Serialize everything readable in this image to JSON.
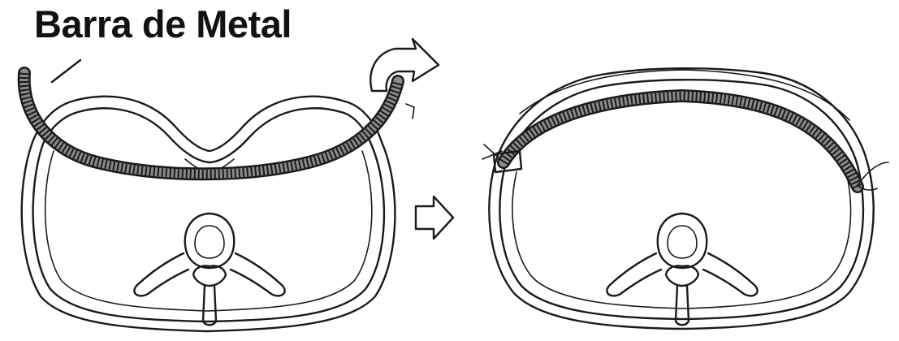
{
  "figure": {
    "label": "Barra de Metal"
  },
  "colors": {
    "ink": "#1a1a1a",
    "bar_fill": "#8a8a8a",
    "background": "#ffffff"
  },
  "panels": [
    {
      "id": "before",
      "shows": "chest-cross-section-with-sunken-sternum-and-curved-metal-bar"
    },
    {
      "id": "after",
      "shows": "chest-cross-section-with-bar-flipped-and-secured"
    }
  ],
  "icons": {
    "rotation_arrow": "curved-flip-arrow-icon",
    "transition_arrow": "right-arrow-icon"
  }
}
